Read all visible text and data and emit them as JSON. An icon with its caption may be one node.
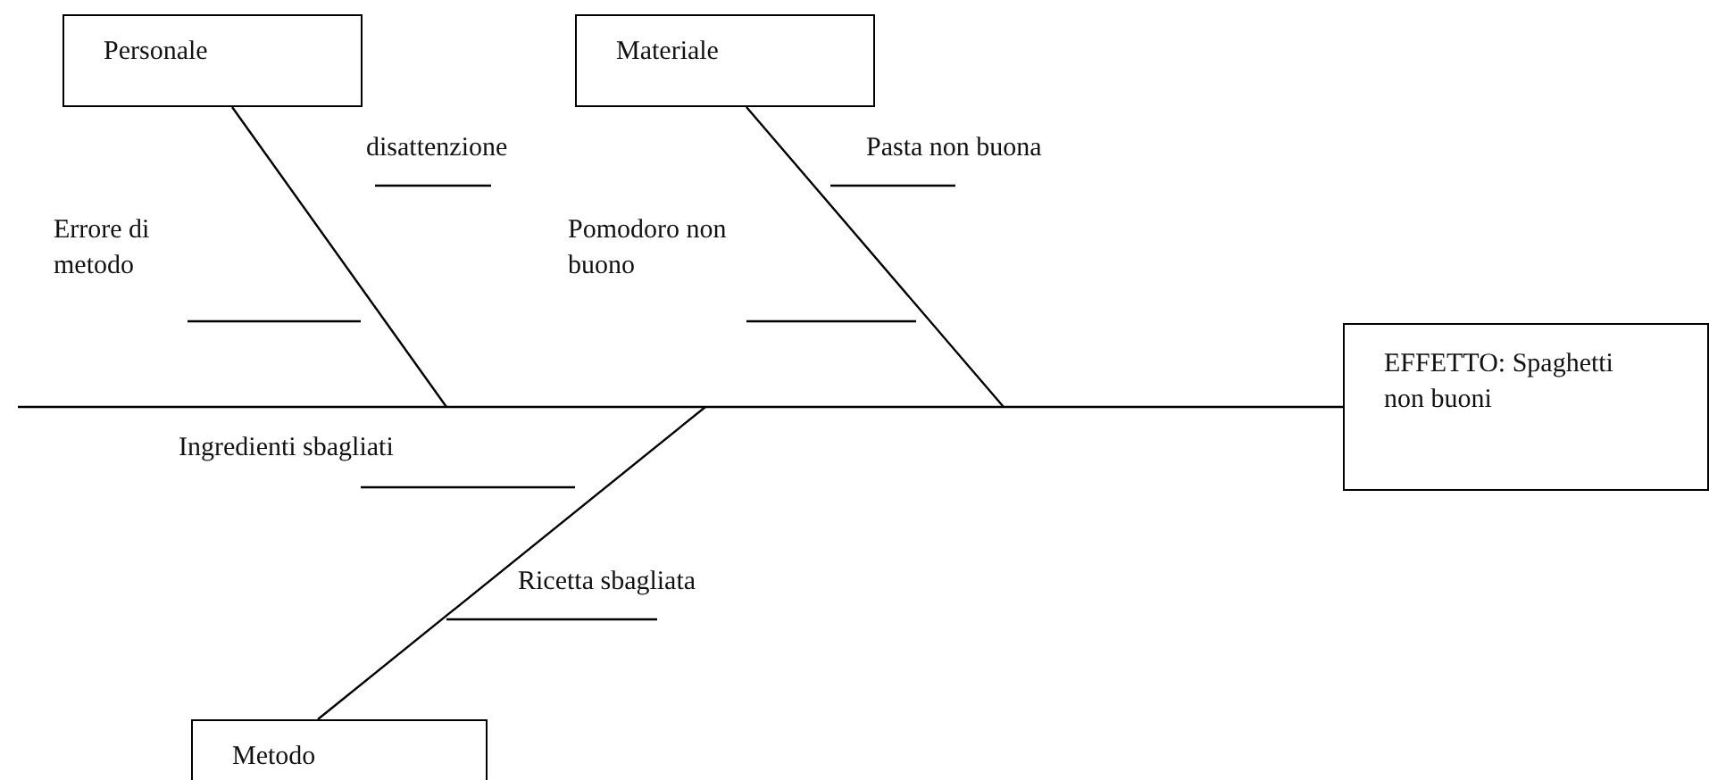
{
  "diagram": {
    "nodes": [
      {
        "text": [
          "Personale"
        ]
      },
      {
        "text": [
          "Materiale"
        ]
      },
      {
        "text": [
          "Metodo"
        ]
      },
      {
        "text": [
          "EFFETTO: Spaghetti non buoni"
        ]
      }
    ],
    "edges": [
      {
        "from": null,
        "to": 3,
        "arrow": "none"
      },
      {
        "from": 0,
        "to": null,
        "arrow": "none"
      },
      {
        "from": 1,
        "to": null,
        "arrow": "none"
      },
      {
        "from": 2,
        "to": null,
        "arrow": "none"
      }
    ],
    "labels": [
      "disattenzione",
      "Pasta non buona",
      "Errore di metodo",
      "Pomodoro non buono",
      "Ingredienti sbagliati",
      "Ricetta sbagliata"
    ]
  }
}
